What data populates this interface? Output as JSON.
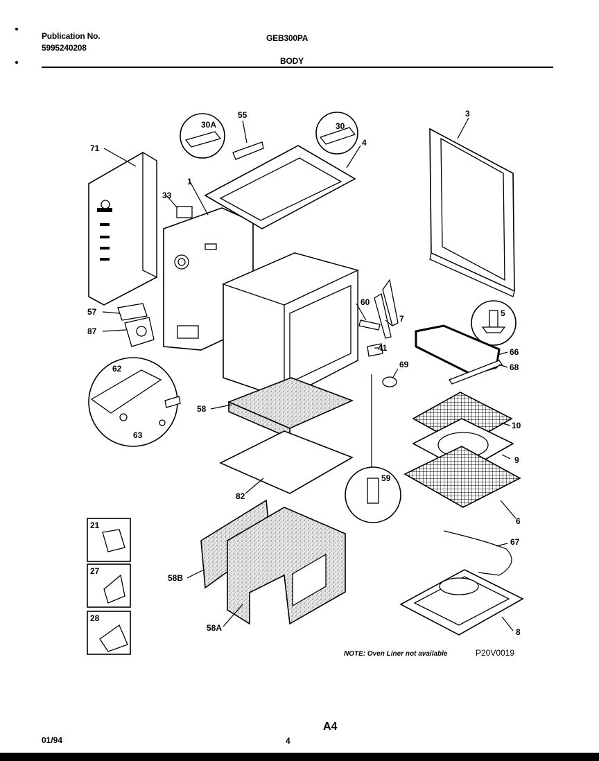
{
  "header": {
    "publication_label": "Publication No.",
    "publication_number": "5995240208",
    "model": "GEB300PA",
    "section": "BODY"
  },
  "diagram": {
    "labels": [
      "71",
      "30A",
      "55",
      "30",
      "4",
      "3",
      "1",
      "33",
      "57",
      "87",
      "60",
      "7",
      "5",
      "41",
      "66",
      "68",
      "69",
      "62",
      "63",
      "58",
      "10",
      "9",
      "82",
      "59",
      "6",
      "21",
      "27",
      "28",
      "58B",
      "58A",
      "67",
      "8"
    ],
    "note": "NOTE: Oven Liner not available",
    "code": "P20V0019"
  },
  "footer": {
    "date": "01/94",
    "page": "4",
    "sheet": "A4"
  }
}
